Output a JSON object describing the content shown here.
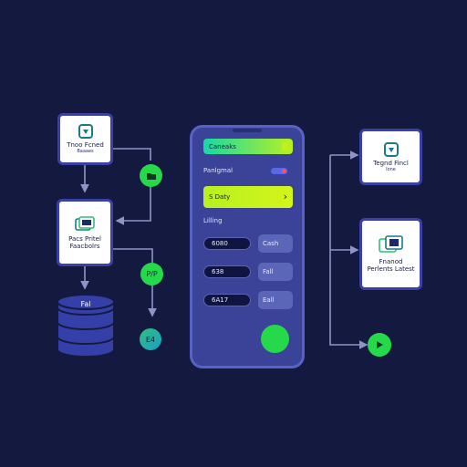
{
  "colors": {
    "background": "#141a3f",
    "card_border": "#3b3fa8",
    "phone_body": "#3a4398",
    "accent_green": "#26d94a",
    "accent_lime": "#b8f021",
    "accent_teal": "#17d9a6",
    "wire": "#8d94c6"
  },
  "left": {
    "card_top": {
      "title": "Tnoo Fcned",
      "subtitle": "Baaaes",
      "icon": "app-icon"
    },
    "card_mid": {
      "title": "Pacs Pritel",
      "subtitle": "Faacbolrs",
      "icon": "gallery-icon"
    },
    "database": {
      "label": "Fal",
      "icon": "database-icon"
    },
    "bubble_top": {
      "icon": "folder-icon"
    },
    "bubble_mid": {
      "label": "P/P"
    },
    "bubble_bottom": {
      "label": "E4"
    }
  },
  "phone": {
    "header_bar": {
      "label": "Caneaks"
    },
    "row1_label": "Panlgmal",
    "cta_bar": {
      "label": "S Daty",
      "arrow": "›"
    },
    "section_label": "Lilling",
    "rows": [
      {
        "value": "6080",
        "action": "Cash"
      },
      {
        "value": "638",
        "action": "Fall"
      },
      {
        "value": "6A17",
        "action": "Eall"
      }
    ]
  },
  "right": {
    "card_top": {
      "title": "Tegnd Fincl",
      "subtitle": "Ione",
      "icon": "app-icon"
    },
    "card_mid": {
      "title": "Fnanod Perlents Latest",
      "icon": "screens-icon"
    },
    "play_button": {
      "icon": "play-icon"
    }
  }
}
